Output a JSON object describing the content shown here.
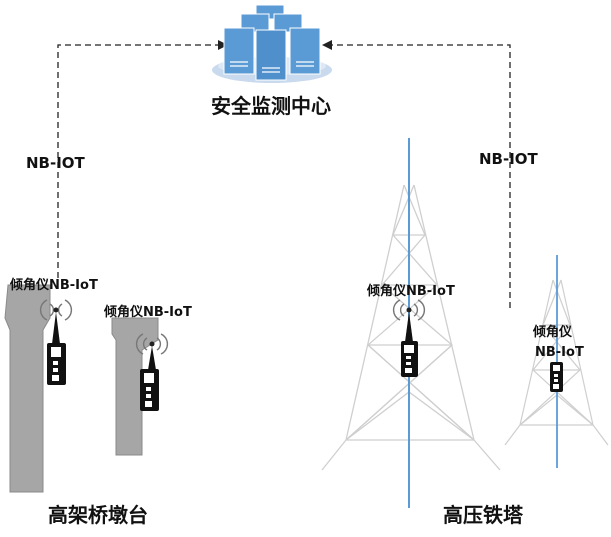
{
  "center": {
    "label": "安全监测中心",
    "icon": "server-cluster-icon"
  },
  "links": {
    "left_label": "NB-IOT",
    "right_label": "NB-IOT"
  },
  "bridge": {
    "label": "高架桥墩台",
    "pier1_sensor_label": "倾角仪NB-IoT",
    "pier2_sensor_label": "倾角仪NB-IoT"
  },
  "tower": {
    "label": "高压铁塔",
    "tower1_sensor_label": "倾角仪NB-IoT",
    "tower2_sensor_line1": "倾角仪",
    "tower2_sensor_line2": "NB-IoT"
  },
  "colors": {
    "server": "#5b9bd5",
    "server_base": "#c9d9ee",
    "pier": "#a6a6a6",
    "tower": "#d0d0d0",
    "tower_mast": "#5b9bd5"
  }
}
